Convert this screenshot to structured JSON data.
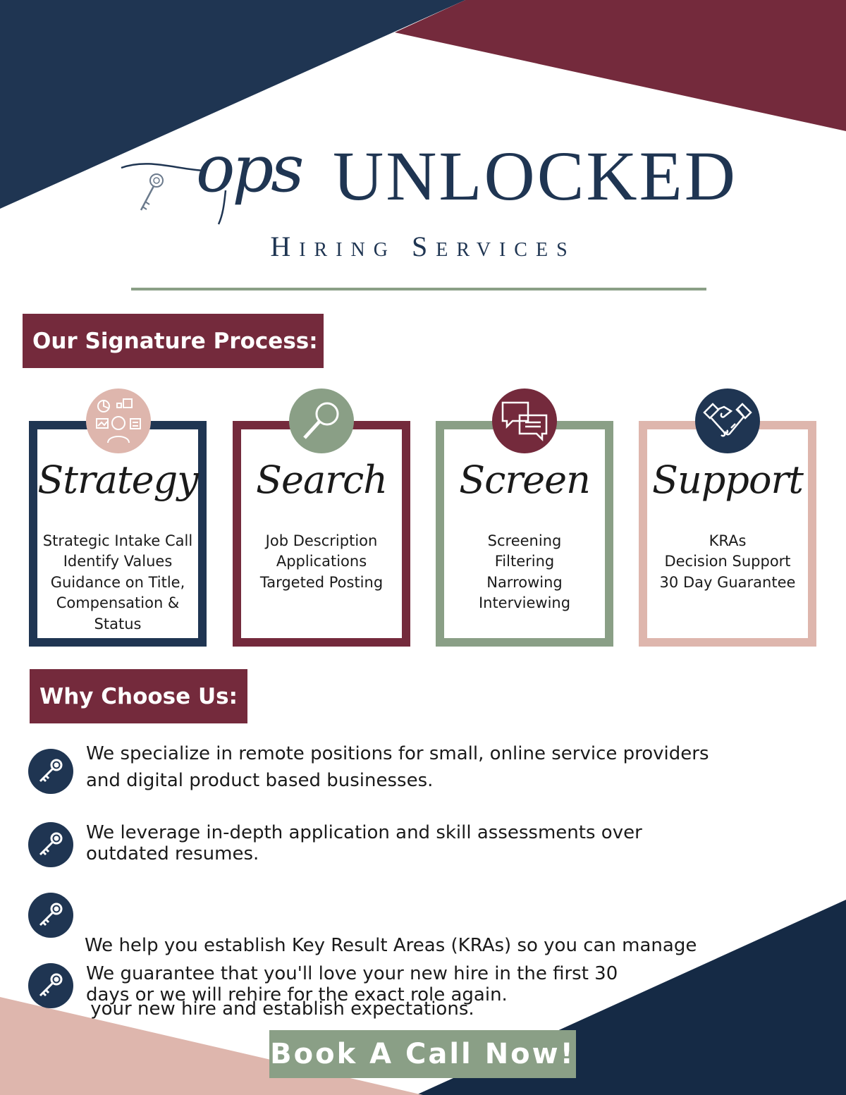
{
  "colors": {
    "navy": "#1f3552",
    "maroon": "#742a3c",
    "sage": "#8a9f86",
    "blush": "#deb6ad"
  },
  "logo": {
    "script_text": "ops",
    "wordmark": "UNLOCKED",
    "subtitle": "Hiring Services"
  },
  "process": {
    "heading": "Our Signature Process:",
    "cards": [
      {
        "title": "Strategy",
        "icon": "strategy-icon",
        "color": "#1f3552",
        "badge_color": "#deb6ad",
        "items": [
          "Strategic Intake Call",
          "Identify Values",
          "Guidance on Title,",
          "Compensation &",
          "Status"
        ]
      },
      {
        "title": "Search",
        "icon": "magnifier-icon",
        "color": "#742a3c",
        "badge_color": "#8a9f86",
        "items": [
          "Job Description",
          "Applications",
          "Targeted Posting"
        ]
      },
      {
        "title": "Screen",
        "icon": "chat-bubbles-icon",
        "color": "#8a9f86",
        "badge_color": "#742a3c",
        "items": [
          "Screening",
          "Filtering",
          "Narrowing",
          "Interviewing"
        ]
      },
      {
        "title": "Support",
        "icon": "handshake-icon",
        "color": "#deb6ad",
        "badge_color": "#1f3552",
        "items": [
          "KRAs",
          "Decision Support",
          "30 Day Guarantee"
        ]
      }
    ]
  },
  "why": {
    "heading": "Why Choose Us:",
    "bullets": [
      {
        "icon": "key-icon",
        "lines": [
          "We specialize in remote positions for small, online service providers",
          "and digital product based businesses."
        ]
      },
      {
        "icon": "key-icon",
        "lines": [
          "We leverage in-depth application and skill assessments over",
          "outdated resumes."
        ]
      },
      {
        "icon": "key-icon",
        "lines": [
          "We help you establish Key Result Areas (KRAs) so you can manage",
          " your new hire and establish expectations."
        ]
      },
      {
        "icon": "key-icon",
        "lines": [
          "We guarantee that you'll love your new hire in the first 30",
          "days or we will rehire for the exact role again."
        ]
      }
    ]
  },
  "cta": {
    "label": "Book A Call Now!"
  }
}
